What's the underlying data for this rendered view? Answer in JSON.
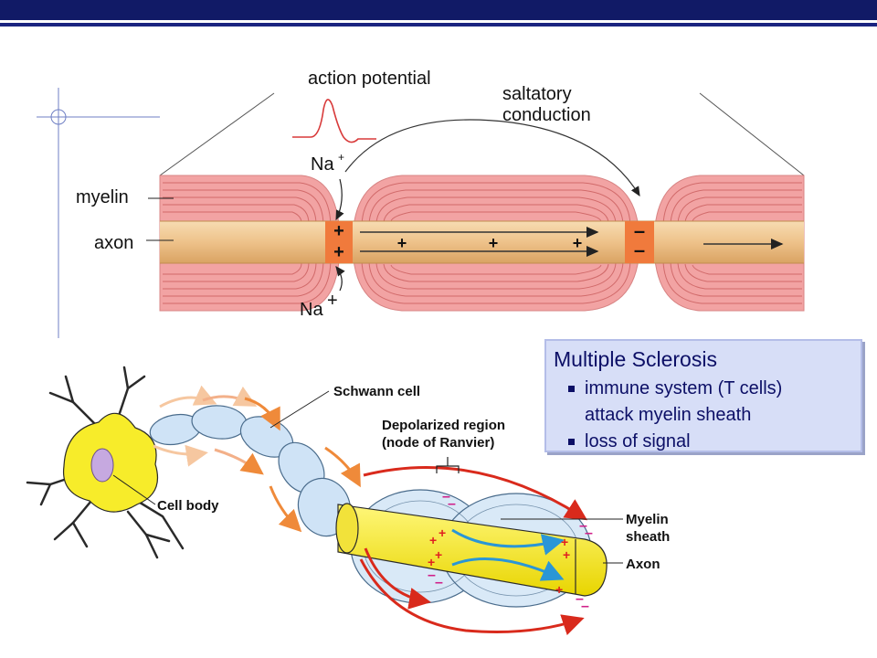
{
  "diagram": {
    "top": {
      "action_potential": "action potential",
      "saltatory_line1": "saltatory",
      "saltatory_line2": "conduction",
      "na_top": "Na",
      "na_bottom": "Na",
      "na_superscript": "+",
      "myelin": "myelin",
      "axon": "axon",
      "plus": "+",
      "minus": "–"
    },
    "bottom": {
      "schwann_cell": "Schwann cell",
      "depolarized_line1": "Depolarized region",
      "depolarized_line2": "(node of Ranvier)",
      "cell_body": "Cell body",
      "myelin_sheath_line1": "Myelin",
      "myelin_sheath_line2": "sheath",
      "axon": "Axon"
    }
  },
  "ms_box": {
    "title": "Multiple Sclerosis",
    "bullets": [
      {
        "line1": "immune system (T cells)",
        "line2": "attack myelin sheath"
      },
      {
        "line1": "loss of signal",
        "line2": ""
      }
    ]
  },
  "colors": {
    "top_bar": "#111a66",
    "myelin_pink": "#f2a3a3",
    "axon_tan": "#eec28a",
    "node_orange": "#f07a3c",
    "schwann_blue": "#cfe3f6",
    "neuron_yellow": "#f7ec2a",
    "arrow_red": "#d92a1c",
    "arrow_orange": "#ef8a3a",
    "ms_box_bg": "#d7def7",
    "ms_text": "#0c0f66"
  }
}
